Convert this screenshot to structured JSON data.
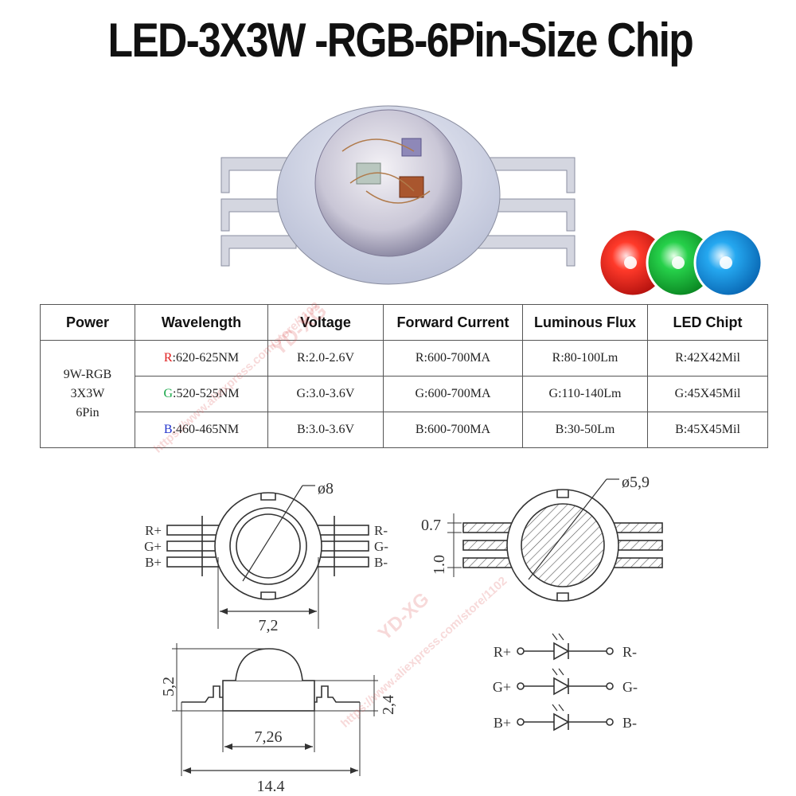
{
  "title": "LED-3X3W -RGB-6Pin-Size Chip",
  "table": {
    "headers": [
      "Power",
      "Wavelength",
      "Voltage",
      "Forward Current",
      "Luminous Flux",
      "LED Chipt"
    ],
    "power_lines": [
      "9W-RGB",
      "3X3W",
      "6Pin"
    ],
    "rows": [
      {
        "prefix": "R",
        "wavelength": ":620-625NM",
        "voltage": "R:2.0-2.6V",
        "current": "R:600-700MA",
        "flux": "R:80-100Lm",
        "chip": "R:42X42Mil"
      },
      {
        "prefix": "G",
        "wavelength": ":520-525NM",
        "voltage": "G:3.0-3.6V",
        "current": "G:600-700MA",
        "flux": "G:110-140Lm",
        "chip": "G:45X45Mil"
      },
      {
        "prefix": "B",
        "wavelength": ":460-465NM",
        "voltage": "B:3.0-3.6V",
        "current": "B:600-700MA",
        "flux": "B:30-50Lm",
        "chip": "B:45X45Mil"
      }
    ]
  },
  "drawings": {
    "top_view": {
      "diameter": "ø8",
      "width": "7,2",
      "left_pins": [
        "R+",
        "G+",
        "B+"
      ],
      "right_pins": [
        "R-",
        "G-",
        "B-"
      ]
    },
    "section_view": {
      "diameter": "ø5,9",
      "pin_gap": "0.7",
      "pin_width": "1.0"
    },
    "side_view": {
      "height": "5,2",
      "body_height": "2,4",
      "body_width": "7,26",
      "total_width": "14.4"
    },
    "schematic": {
      "left": [
        "R+",
        "G+",
        "B+"
      ],
      "right": [
        "R-",
        "G-",
        "B-"
      ]
    }
  },
  "watermark": {
    "brand": "YD-XG",
    "url": "https://www.aliexpress.com/store/1102"
  },
  "colors": {
    "red": "#e02020",
    "green": "#1aa84a",
    "blue": "#2233cc",
    "line": "#333333"
  }
}
